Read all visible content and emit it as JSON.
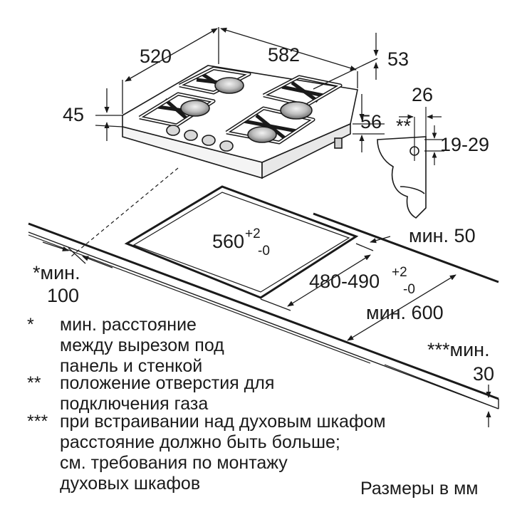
{
  "dimensions": {
    "depth_520": "520",
    "width_582": "582",
    "top_53": "53",
    "height_45": "45",
    "side_56": "56",
    "gas_26": "26",
    "gas_marker": "**",
    "gas_19_29": "19-29",
    "cutout_width": "560",
    "cutout_width_tol_plus": "+2",
    "cutout_width_tol_minus": "-0",
    "cutout_depth": "480-490",
    "cutout_depth_tol_plus": "+2",
    "cutout_depth_tol_minus": "-0",
    "min_50": "мин. 50",
    "min_100_a": "*мин.",
    "min_100_b": "100",
    "min_600": "мин. 600",
    "min_30_a": "***мин.",
    "min_30_b": "30"
  },
  "notes": [
    {
      "mark": "*",
      "lines": [
        "мин. расстояние",
        "между вырезом под",
        "панель и стенкой"
      ]
    },
    {
      "mark": "**",
      "lines": [
        "положение отверстия для",
        "подключения газа"
      ]
    },
    {
      "mark": "***",
      "lines": [
        "при встраивании над духовым шкафом",
        "расстояние должно быть больше;",
        "см. требования по монтажу",
        "духовых шкафов"
      ]
    }
  ],
  "units_label": "Размеры в мм"
}
